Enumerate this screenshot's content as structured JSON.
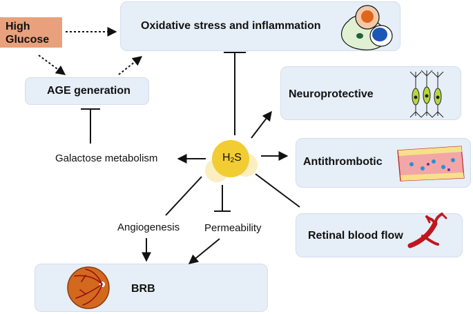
{
  "high_glucose": "High Glucose",
  "oxidative": "Oxidative stress and inflammation",
  "age": "AGE generation",
  "galactose": "Galactose metabolism",
  "h2s": "H2S",
  "h2s_main": "H",
  "h2s_sub": "2",
  "h2s_end": "S",
  "neuro": "Neuroprotective",
  "antithrombotic": "Antithrombotic",
  "retinal": "Retinal blood flow",
  "angiogenesis": "Angiogenesis",
  "permeability": "Permeability",
  "brb": "BRB",
  "colors": {
    "box_fill": "#e6eef8",
    "high_glucose_fill": "#e9a07c",
    "h2s_fill": "#f2cc33",
    "vessel_red": "#c0171d",
    "retina_orange": "#d2691e"
  },
  "icons": [
    "cells-icon",
    "neurons-icon",
    "vessel-icon",
    "blood-vessel-branch-icon",
    "retina-icon"
  ]
}
